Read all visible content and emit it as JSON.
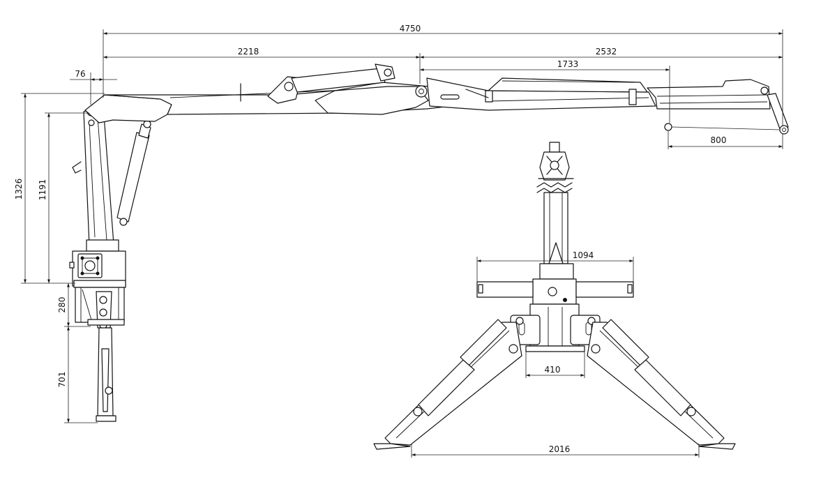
{
  "dimensions": {
    "overall_length": "4750",
    "inner_boom": "2218",
    "outer_boom": "2532",
    "extension": "1733",
    "tip_drop": "800",
    "column_offset": "76",
    "total_height": "1326",
    "column_height": "1191",
    "base_height": "280",
    "leg_height": "701",
    "stabilizer_width": "1094",
    "base_width": "410",
    "outrigger_span": "2016"
  }
}
